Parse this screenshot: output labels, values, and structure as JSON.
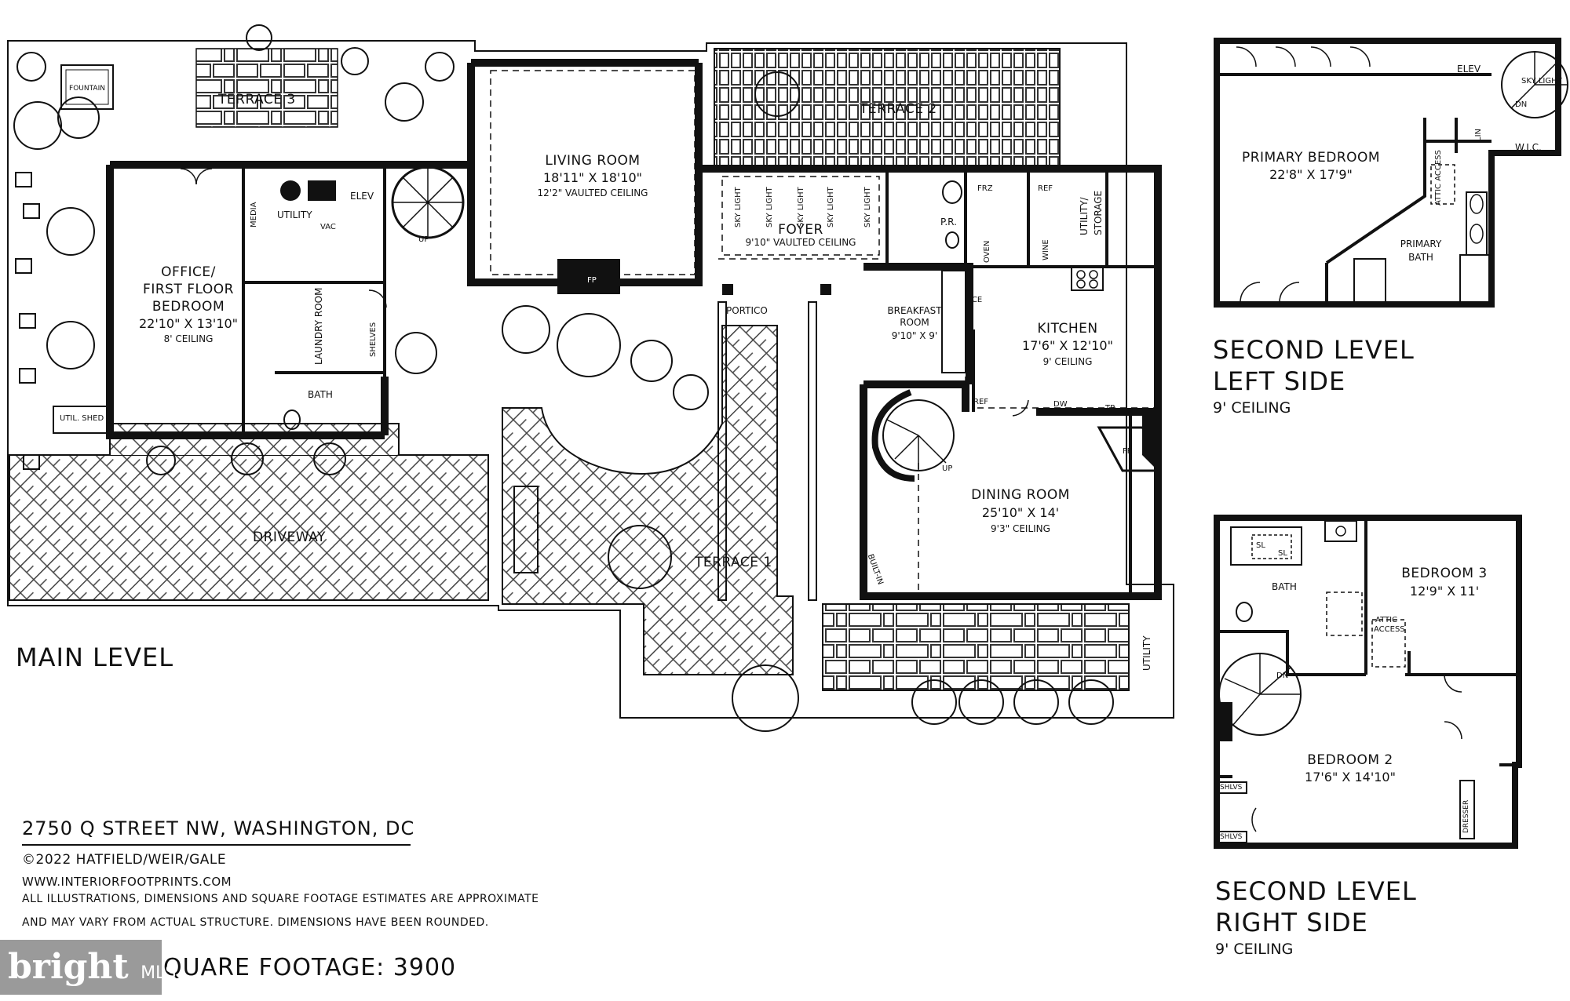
{
  "main_level": {
    "title": "MAIN LEVEL",
    "rooms": {
      "terrace3": "TERRACE 3",
      "fountain": "FOUNTAIN",
      "living_name": "LIVING ROOM",
      "living_dim": "18'11\" X 18'10\"",
      "living_ceiling": "12'2\" VAULTED CEILING",
      "terrace2": "TERRACE 2",
      "office_name_1": "OFFICE/",
      "office_name_2": "FIRST FLOOR",
      "office_name_3": "BEDROOM",
      "office_dim": "22'10\" X 13'10\"",
      "office_ceiling": "8' CEILING",
      "utility": "UTILITY",
      "media": "MEDIA",
      "vac": "VAC",
      "elev": "ELEV",
      "up": "UP",
      "laundry": "LAUNDRY ROOM",
      "shelves": "SHELVES",
      "bath": "BATH",
      "util_shed": "UTIL. SHED",
      "driveway": "DRIVEWAY",
      "foyer_name": "FOYER",
      "foyer_ceiling": "9'10\" VAULTED CEILING",
      "sky_light": "SKY LIGHT",
      "fp": "FP",
      "portico": "PORTICO",
      "frz": "FRZ",
      "pr": "P.R.",
      "oven": "OVEN",
      "ref": "REF",
      "wine": "WINE",
      "utility_storage_1": "UTILITY/",
      "utility_storage_2": "STORAGE",
      "breakfast_name_1": "BREAKFAST",
      "breakfast_name_2": "ROOM",
      "breakfast_dim": "9'10\" X 9'",
      "ice": "ICE",
      "kitchen_name": "KITCHEN",
      "kitchen_dim": "17'6\" X 12'10\"",
      "kitchen_ceiling": "9' CEILING",
      "dw": "DW",
      "tr": "TR",
      "dining_name": "DINING ROOM",
      "dining_dim": "25'10\" X 14'",
      "dining_ceiling": "9'3\" CEILING",
      "built_in": "BUILT-IN",
      "terrace1": "TERRACE 1",
      "utility2": "UTILITY"
    }
  },
  "second_left": {
    "title_1": "SECOND LEVEL",
    "title_2": "LEFT SIDE",
    "ceiling": "9' CEILING",
    "elev": "ELEV",
    "sky_light": "SKY LIGHT",
    "dn": "DN",
    "lin": "LIN",
    "wic": "W.I.C.",
    "primary_name": "PRIMARY BEDROOM",
    "primary_dim": "22'8\" X 17'9\"",
    "attic": "ATTIC ACCESS",
    "primary_bath_1": "PRIMARY",
    "primary_bath_2": "BATH"
  },
  "second_right": {
    "title_1": "SECOND LEVEL",
    "title_2": "RIGHT SIDE",
    "ceiling": "9' CEILING",
    "bath": "BATH",
    "sl": "SL",
    "bedroom3_name": "BEDROOM 3",
    "bedroom3_dim": "12'9\" X 11'",
    "attic_1": "ATTIC",
    "attic_2": "ACCESS",
    "dn": "DN",
    "bedroom2_name": "BEDROOM 2",
    "bedroom2_dim": "17'6\" X 14'10\"",
    "shlvs": "SHLVS",
    "dresser": "DRESSER"
  },
  "info": {
    "address": "2750 Q STREET NW, WASHINGTON, DC",
    "copyright": "©2022 HATFIELD/WEIR/GALE",
    "website": "WWW.INTERIORFOOTPRINTS.COM",
    "disclaimer_1": "ALL ILLUSTRATIONS, DIMENSIONS AND SQUARE FOOTAGE ESTIMATES ARE APPROXIMATE",
    "disclaimer_2": "AND MAY VARY FROM ACTUAL STRUCTURE. DIMENSIONS HAVE BEEN ROUNDED.",
    "square_footage": "SQUARE FOOTAGE: 3900",
    "logo_text": "bright",
    "logo_suffix": "MLS"
  },
  "colors": {
    "wall": "#111111",
    "paving": "#555555",
    "background": "#ffffff",
    "logo_bg": "#9a9a9a"
  }
}
